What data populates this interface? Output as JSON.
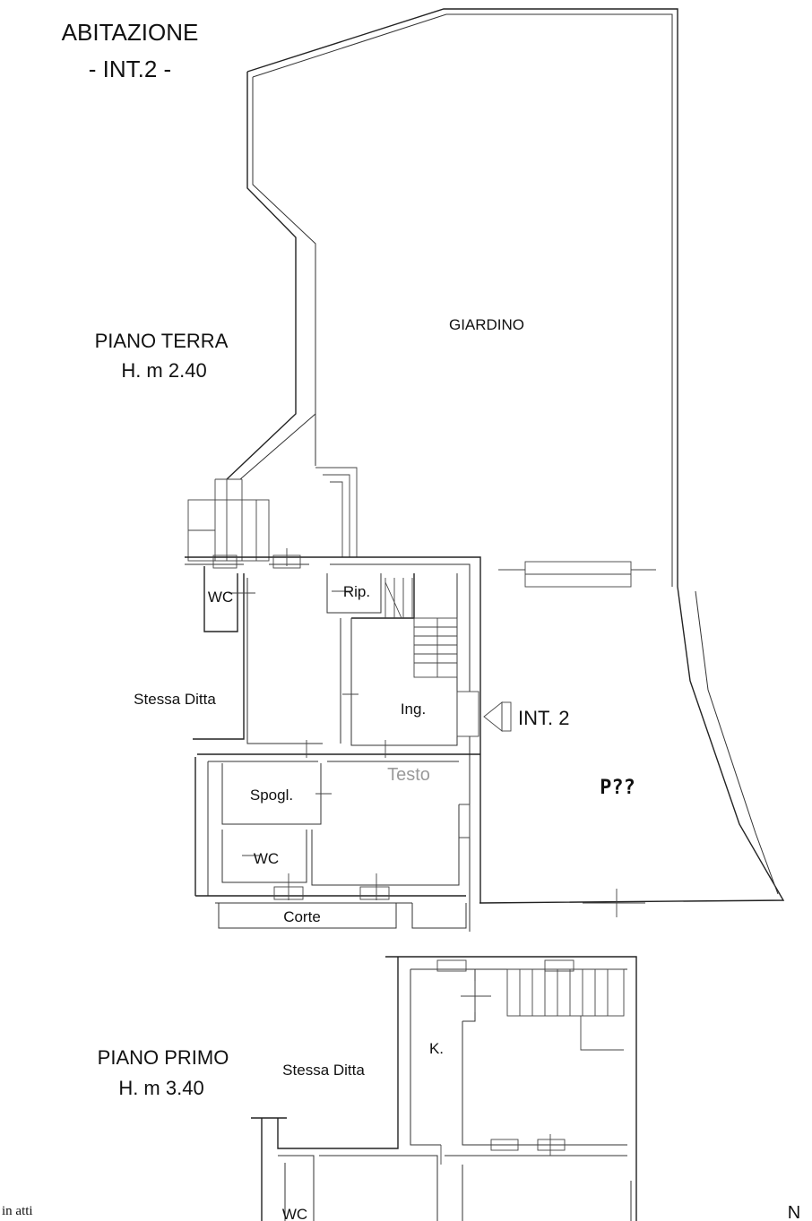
{
  "title": {
    "line1": "ABITAZIONE",
    "line2": "- INT.2 -"
  },
  "ground_floor": {
    "name": "PIANO TERRA",
    "height": "H. m 2.40"
  },
  "first_floor": {
    "name": "PIANO PRIMO",
    "height": "H. m 3.40"
  },
  "rooms": {
    "garden": "GIARDINO",
    "wc1": "WC",
    "rip": "Rip.",
    "ing": "Ing.",
    "spogl": "Spogl.",
    "wc2": "WC",
    "corte": "Corte",
    "kitchen": "K.",
    "wc3": "WC"
  },
  "neighbor_ground": "Stessa Ditta",
  "neighbor_first": "Stessa Ditta",
  "entrance": "INT. 2",
  "watermark": "Testo",
  "marker": "P??",
  "footer_left": "in atti",
  "north": "N"
}
